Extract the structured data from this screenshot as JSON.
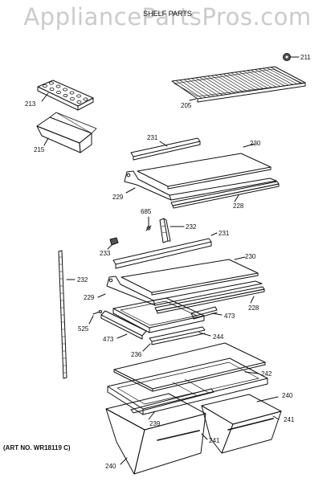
{
  "watermark": "AppliancePartsPros.com",
  "title": "SHELF PARTS",
  "art_no": "(ART NO. WR18119 C)",
  "parts": [
    {
      "id": "p211",
      "label": "211",
      "name": "shelf-stop"
    },
    {
      "id": "p205",
      "label": "205",
      "name": "wire-shelf"
    },
    {
      "id": "p213",
      "label": "213",
      "name": "egg-tray"
    },
    {
      "id": "p215",
      "label": "215",
      "name": "door-bin"
    },
    {
      "id": "p231a",
      "label": "231",
      "name": "shelf-trim-upper"
    },
    {
      "id": "p230a",
      "label": "230",
      "name": "glass-shelf-upper"
    },
    {
      "id": "p229a",
      "label": "229",
      "name": "shelf-frame-upper"
    },
    {
      "id": "p228a",
      "label": "228",
      "name": "shelf-rail-upper"
    },
    {
      "id": "p685",
      "label": "685",
      "name": "screw"
    },
    {
      "id": "p232a",
      "label": "232",
      "name": "shelf-bracket"
    },
    {
      "id": "p231b",
      "label": "231",
      "name": "shelf-trim-lower"
    },
    {
      "id": "p233",
      "label": "233",
      "name": "shelf-clip"
    },
    {
      "id": "p230b",
      "label": "230",
      "name": "glass-shelf-lower"
    },
    {
      "id": "p232b",
      "label": "232",
      "name": "shelf-ladder"
    },
    {
      "id": "p229b",
      "label": "229",
      "name": "shelf-frame-lower"
    },
    {
      "id": "p228b",
      "label": "228",
      "name": "shelf-rail-lower"
    },
    {
      "id": "p473a",
      "label": "473",
      "name": "drawer-slide-right"
    },
    {
      "id": "p525",
      "label": "525",
      "name": "pin"
    },
    {
      "id": "p473b",
      "label": "473",
      "name": "drawer-slide-left"
    },
    {
      "id": "p244",
      "label": "244",
      "name": "drawer-cover-frame"
    },
    {
      "id": "p236",
      "label": "236",
      "name": "slide-support"
    },
    {
      "id": "p242",
      "label": "242",
      "name": "crisper-cover-glass"
    },
    {
      "id": "p240a",
      "label": "240",
      "name": "crisper-pan-right"
    },
    {
      "id": "p241a",
      "label": "241",
      "name": "pan-handle-right"
    },
    {
      "id": "p239",
      "label": "239",
      "name": "pan-rail"
    },
    {
      "id": "p241b",
      "label": "241",
      "name": "pan-handle-left"
    },
    {
      "id": "p240b",
      "label": "240",
      "name": "crisper-pan-left"
    }
  ]
}
